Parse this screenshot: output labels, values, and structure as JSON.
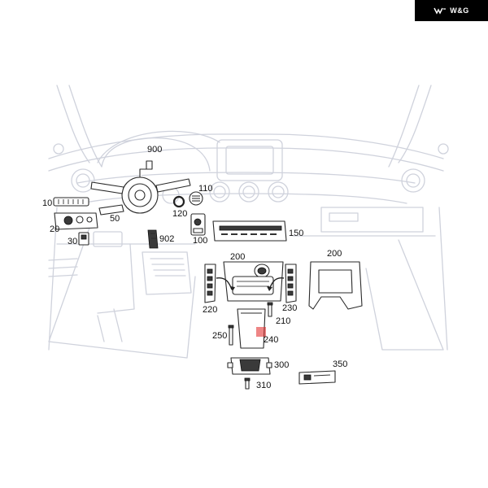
{
  "brand": {
    "text": "W&G",
    "icon": "wg-logo-icon",
    "background": "#000000",
    "color": "#ffffff"
  },
  "highlight": {
    "color": "#e02020",
    "part": "240"
  },
  "callouts": [
    "900",
    "110",
    "120",
    "10",
    "20",
    "50",
    "30",
    "902",
    "100",
    "150",
    "200",
    "200",
    "220",
    "230",
    "210",
    "250",
    "240",
    "300",
    "310",
    "350"
  ]
}
